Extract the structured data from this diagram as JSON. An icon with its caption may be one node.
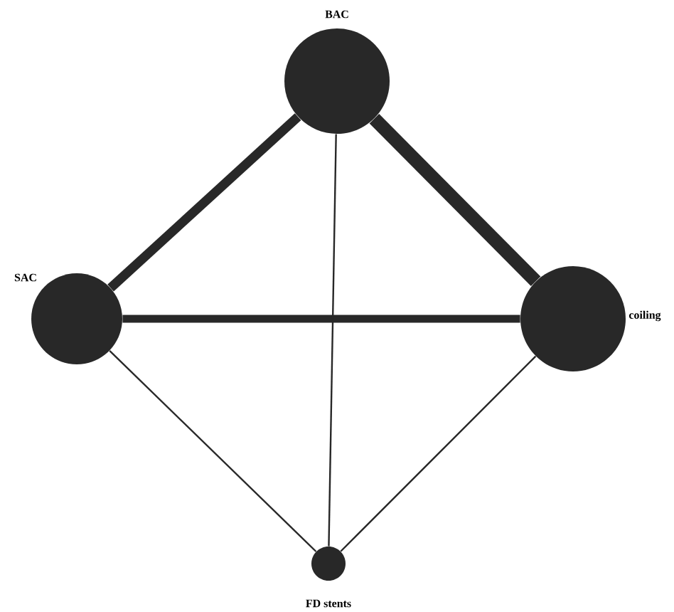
{
  "diagram": {
    "nodes": [
      {
        "text": [
          "BAC"
        ]
      },
      {
        "text": [
          "SAC"
        ]
      },
      {
        "text": [
          "coiling"
        ]
      },
      {
        "text": [
          "FD stents"
        ]
      }
    ],
    "edges": [
      {
        "from": 0,
        "to": 1,
        "arrow": "none",
        "style": "thick"
      },
      {
        "from": 0,
        "to": 2,
        "arrow": "none",
        "style": "thick"
      },
      {
        "from": 1,
        "to": 2,
        "arrow": "none",
        "style": "thick"
      },
      {
        "from": 0,
        "to": 3,
        "arrow": "none"
      },
      {
        "from": 1,
        "to": 3,
        "arrow": "none"
      },
      {
        "from": 2,
        "to": 3,
        "arrow": "none"
      }
    ]
  }
}
